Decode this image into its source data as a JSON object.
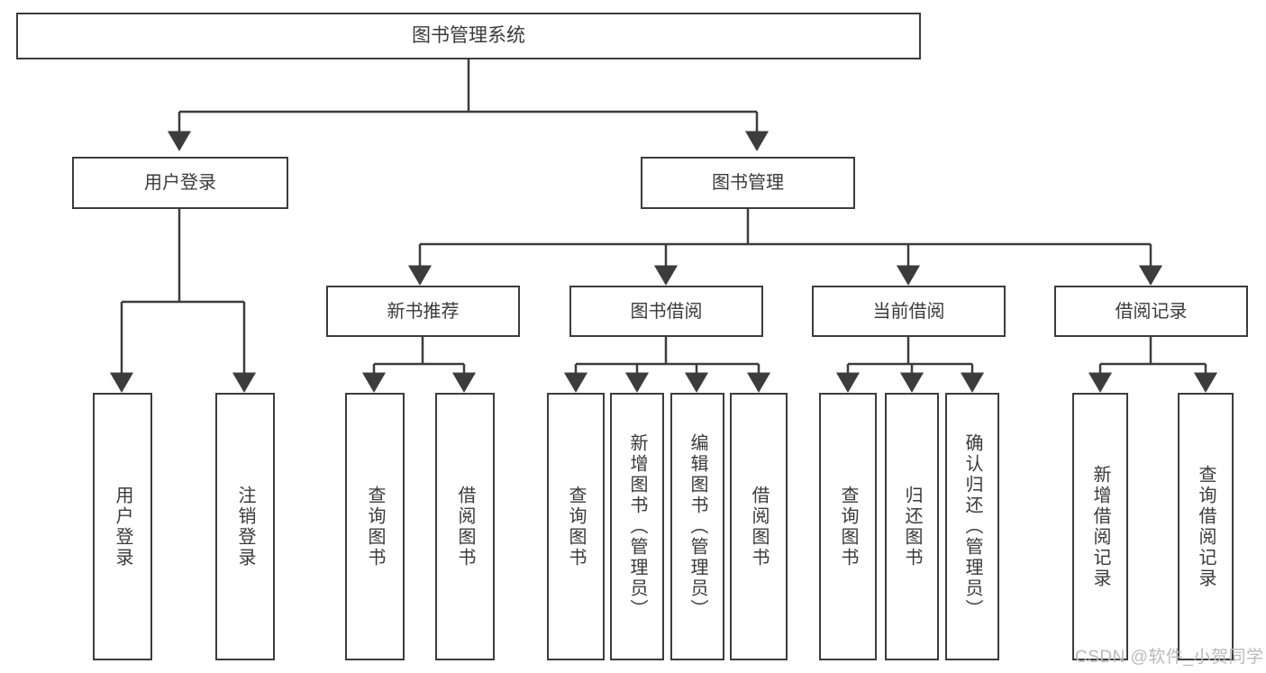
{
  "diagram": {
    "title": "图书管理系统",
    "type": "tree-hierarchy-chart",
    "orientation": "top-down",
    "colors": {
      "box_border": "#3c3c3c",
      "box_fill": "#ffffff",
      "edge": "#3c3c3c",
      "text": "#3a3a3a",
      "watermark": "#b9b9b9",
      "background": "#ffffff"
    }
  },
  "root": {
    "id": "root",
    "label": "图书管理系统"
  },
  "level1": [
    {
      "id": "user-login",
      "label": "用户登录"
    },
    {
      "id": "book-management",
      "label": "图书管理"
    }
  ],
  "level2": [
    {
      "id": "new-book-recommend",
      "label": "新书推荐",
      "parent": "book-management"
    },
    {
      "id": "book-borrow",
      "label": "图书借阅",
      "parent": "book-management"
    },
    {
      "id": "current-borrow",
      "label": "当前借阅",
      "parent": "book-management"
    },
    {
      "id": "borrow-record",
      "label": "借阅记录",
      "parent": "book-management"
    }
  ],
  "leaves": [
    {
      "id": "leaf-user-login",
      "label": "用户登录",
      "parent": "user-login"
    },
    {
      "id": "leaf-user-logout",
      "label": "注销登录",
      "parent": "user-login"
    },
    {
      "id": "leaf-query-book-1",
      "label": "查询图书",
      "parent": "new-book-recommend"
    },
    {
      "id": "leaf-borrow-book-1",
      "label": "借阅图书",
      "parent": "new-book-recommend"
    },
    {
      "id": "leaf-query-book-2",
      "label": "查询图书",
      "parent": "book-borrow"
    },
    {
      "id": "leaf-add-book",
      "label": "新增图书（管理员）",
      "parent": "book-borrow"
    },
    {
      "id": "leaf-edit-book",
      "label": "编辑图书（管理员）",
      "parent": "book-borrow"
    },
    {
      "id": "leaf-borrow-book-2",
      "label": "借阅图书",
      "parent": "book-borrow"
    },
    {
      "id": "leaf-query-book-3",
      "label": "查询图书",
      "parent": "current-borrow"
    },
    {
      "id": "leaf-return-book",
      "label": "归还图书",
      "parent": "current-borrow"
    },
    {
      "id": "leaf-confirm-return",
      "label": "确认归还（管理员）",
      "parent": "current-borrow"
    },
    {
      "id": "leaf-add-record",
      "label": "新增借阅记录",
      "parent": "borrow-record"
    },
    {
      "id": "leaf-query-record",
      "label": "查询借阅记录",
      "parent": "borrow-record"
    }
  ],
  "watermark": {
    "text": "CSDN @软件_小贺同学"
  }
}
